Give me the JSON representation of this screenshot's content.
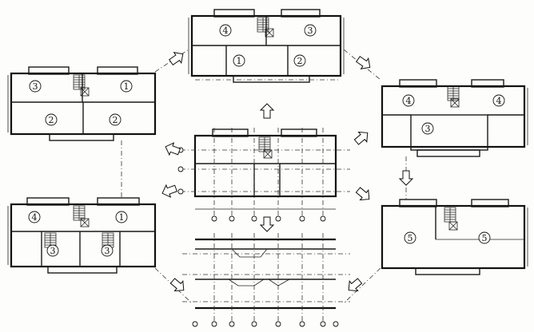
{
  "plans": [
    {
      "id": "top",
      "labels": [
        "4",
        "3",
        "1",
        "2"
      ]
    },
    {
      "id": "left-top",
      "labels": [
        "3",
        "1",
        "2",
        "2"
      ]
    },
    {
      "id": "right-top",
      "labels": [
        "4",
        "4",
        "3"
      ]
    },
    {
      "id": "left-bottom",
      "labels": [
        "4",
        "1",
        "3",
        "3"
      ]
    },
    {
      "id": "right-bottom",
      "labels": [
        "5",
        "5"
      ]
    }
  ],
  "colors": {
    "ink": "#111111",
    "paper": "#fdfdfc"
  }
}
